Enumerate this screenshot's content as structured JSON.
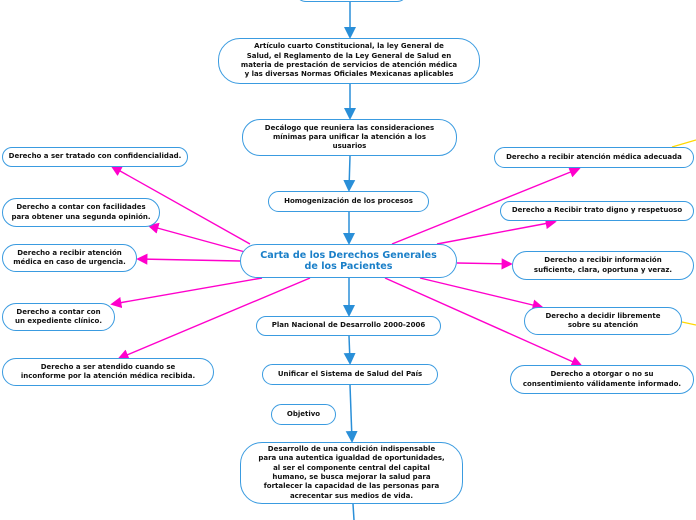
{
  "central": "Carta de los Derechos Generales\nde los Pacientes",
  "spine": {
    "articulo": "Artículo cuarto Constitucional, la ley General de\nSalud, el Reglamento de la Ley General de Salud en\nmateria de prestación de servicios de atención médica\ny las diversas Normas Oficiales Mexicanas aplicables",
    "decalogo": "Decálogo que reuniera las consideraciones\nmínimas para unificar la atención a los\nusuarios",
    "homogenizacion": "Homogenización de los procesos",
    "plan": "Plan Nacional de Desarrollo 2000-2006",
    "unificar": "Unificar el Sistema de Salud del País",
    "objetivo": "Objetivo",
    "desarrollo": "Desarrollo de una condición indispensable\npara una autentica igualdad de oportunidades,\nal ser el componente central del capital\nhumano, se busca mejorar la salud para\nfortalecer la capacidad de las personas para\nacrecentar sus medios de vida."
  },
  "left": [
    "Derecho a ser tratado con confidencialidad.",
    "Derecho a contar con facilidades\npara obtener una segunda opinión.",
    "Derecho a recibir atención\nmédica en caso de urgencia.",
    "Derecho a contar con\nun expediente clínico.",
    "Derecho a ser atendido cuando se\ninconforme por la atención médica recibida."
  ],
  "right": [
    "Derecho a recibir atención médica adecuada",
    "Derecho a Recibir trato digno y respetuoso",
    "Derecho a recibir información\nsuficiente, clara, oportuna y veraz.",
    "Derecho a decidir libremente\nsobre su atención",
    "Derecho a otorgar o no su\nconsentimiento válidamente informado."
  ],
  "colors": {
    "connector": "#ff00cc",
    "spine": "#2a8fd8",
    "node_border": "#3a9be0",
    "title": "#1a7fc8"
  }
}
